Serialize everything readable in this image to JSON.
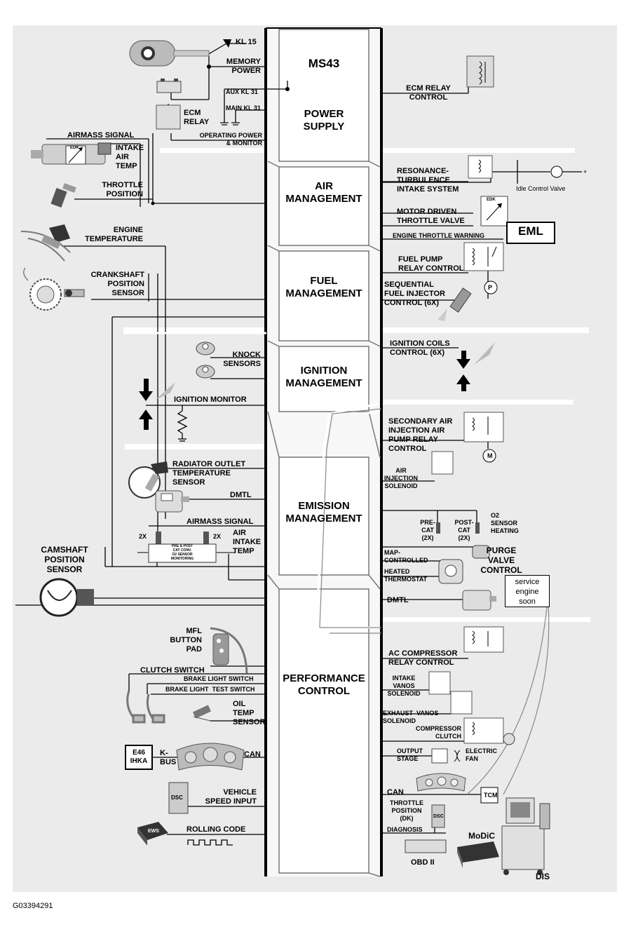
{
  "image_id": "G03394291",
  "ecm": {
    "title": "MS43"
  },
  "modules": {
    "power_supply": "POWER\nSUPPLY",
    "air_management": "AIR\nMANAGEMENT",
    "fuel_management": "FUEL\nMANAGEMENT",
    "ignition_management": "IGNITION\nMANAGEMENT",
    "emission_management": "EMISSION\nMANAGEMENT",
    "performance_control": "PERFORMANCE\nCONTROL"
  },
  "left_labels": {
    "kl15": "KL 15",
    "memory_power": "MEMORY\nPOWER",
    "aux_kl31": "AUX KL 31",
    "ecm_relay": "ECM\nRELAY",
    "main_kl31": "MAIN KL 31",
    "operating_power": "OPERATING POWER\n& MONITOR",
    "airmass_signal": "AIRMASS SIGNAL",
    "intake_air_temp": "INTAKE\nAIR\nTEMP",
    "edk": "EDK",
    "throttle_position": "THROTTLE\nPOSITION",
    "engine_temperature": "ENGINE\nTEMPERATURE",
    "crankshaft_sensor": "CRANKSHAFT\nPOSITION\nSENSOR",
    "knock_sensors": "KNOCK\nSENSORS",
    "ignition_monitor": "IGNITION MONITOR",
    "radiator_outlet": "RADIATOR OUTLET\nTEMPERATURE\nSENSOR",
    "dmtl_left": "DMTL",
    "airmass_signal_2": "AIRMASS SIGNAL",
    "air_intake_temp": "AIR\nINTAKE\nTEMP",
    "two_x_a": "2X",
    "two_x_b": "2X",
    "cat_monitoring": "PRE & POST\nCAT CONV.\nO2 SENSOR\nMONITORING",
    "camshaft_sensor": "CAMSHAFT\nPOSITION\nSENSOR",
    "mfl_button_pad": "MFL\nBUTTON\nPAD",
    "clutch_switch": "CLUTCH SWITCH",
    "brake_light_switch": "BRAKE LIGHT SWITCH",
    "brake_light_test_switch": "BRAKE LIGHT  TEST SWITCH",
    "oil_temp_sensor": "OIL\nTEMP\nSENSOR",
    "e46_ihka": "E46\nIHKA",
    "k_bus": "K-\nBUS",
    "can_left": "CAN",
    "dsc_left": "DSC",
    "vehicle_speed_input": "VEHICLE\nSPEED INPUT",
    "rolling_code": "ROLLING CODE",
    "ews": "EWS"
  },
  "right_labels": {
    "ecm_relay_control": "ECM RELAY\nCONTROL",
    "resonance": "RESONANCE-\nTURBULENCE\nINTAKE SYSTEM",
    "idle_control_valve": "Idle Control Valve",
    "plus": "+",
    "edk": "EDK",
    "motor_driven_throttle": "MOTOR DRIVEN\nTHROTTLE VALVE",
    "engine_throttle_warning": "ENGINE THROTTLE WARNING",
    "eml": "EML",
    "fuel_pump_relay": "FUEL PUMP\nRELAY CONTROL",
    "sequential_injector": "SEQUENTIAL\nFUEL INJECTOR\nCONTROL (6X)",
    "p": "P",
    "ignition_coils": "IGNITION COILS\nCONTROL (6X)",
    "secondary_air": "SECONDARY AIR\nINJECTION AIR\nPUMP RELAY\nCONTROL",
    "m1": "M",
    "air_injection_solenoid": "AIR\nINJECTION\nSOLENOID",
    "pre_cat": "PRE-\nCAT\n(2X)",
    "post_cat": "POST-\nCAT\n(2X)",
    "o2_heating": "O2\nSENSOR\nHEATING",
    "map_controlled": "MAP-\nCONTROLLED",
    "heated_thermostat": "HEATED\nTHERMOSTAT",
    "purge_valve": "PURGE\nVALVE\nCONTROL",
    "service_engine_soon": "service\nengine\nsoon",
    "dmtl_right": "DMTL",
    "ac_compressor": "AC COMPRESSOR\nRELAY CONTROL",
    "intake_vanos": "INTAKE\nVANOS\nSOLENOID",
    "exhaust_vanos": "EXHAUST  VANOS\nSOLENOID",
    "compressor_clutch": "COMPRESSOR\nCLUTCH",
    "output_stage": "OUTPUT\nSTAGE",
    "electric_fan": "ELECTRIC\nFAN",
    "can_right": "CAN",
    "tcm": "TCM",
    "throttle_position_dk": "THROTTLE\nPOSITION\n(DK)",
    "dsc_right": "DSC",
    "diagnosis": "DIAGNOSIS",
    "modic": "MoDiC",
    "obd2": "OBD II",
    "dis": "DIS"
  }
}
